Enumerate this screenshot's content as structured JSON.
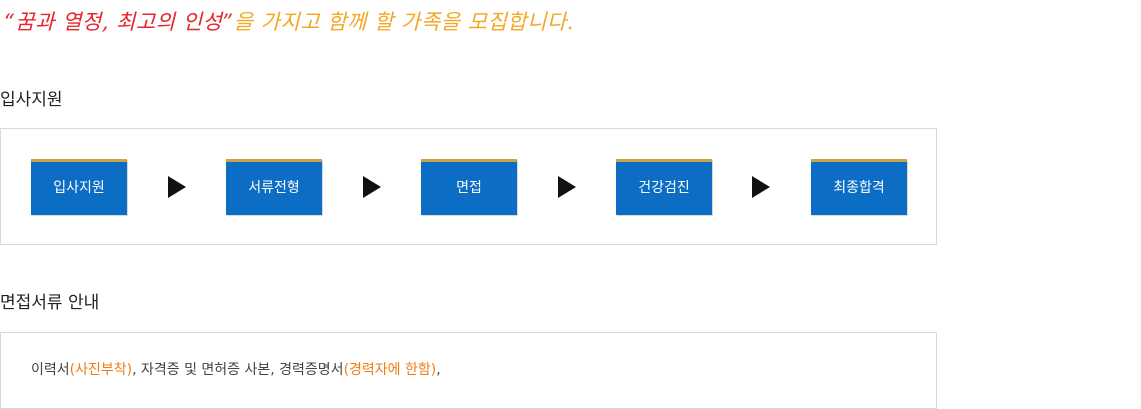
{
  "slogan": {
    "open_quote": "“",
    "emphasis": "꿈과 열정, 최고의 인성",
    "close_quote": "”",
    "rest": "을 가지고 함께 할 가족을 모집합니다."
  },
  "sections": {
    "application_title": "입사지원",
    "documents_title": "면접서류 안내"
  },
  "process": {
    "steps": [
      "입사지원",
      "서류전형",
      "면접",
      "건강검진",
      "최종합격"
    ],
    "arrow_icon": "triangle-right-icon"
  },
  "documents": {
    "part1": "이력서",
    "part2": "(사진부착)",
    "part3": ", 자격증 및 면허증 사본, 경력증명서",
    "part4": "(경력자에 한함)",
    "part5": ","
  },
  "colors": {
    "slogan_emphasis": "#e8232a",
    "slogan_rest": "#f5a623",
    "step_bg": "#0b6dc4",
    "step_top_border": "#caa24a",
    "highlight": "#ef7d17"
  }
}
